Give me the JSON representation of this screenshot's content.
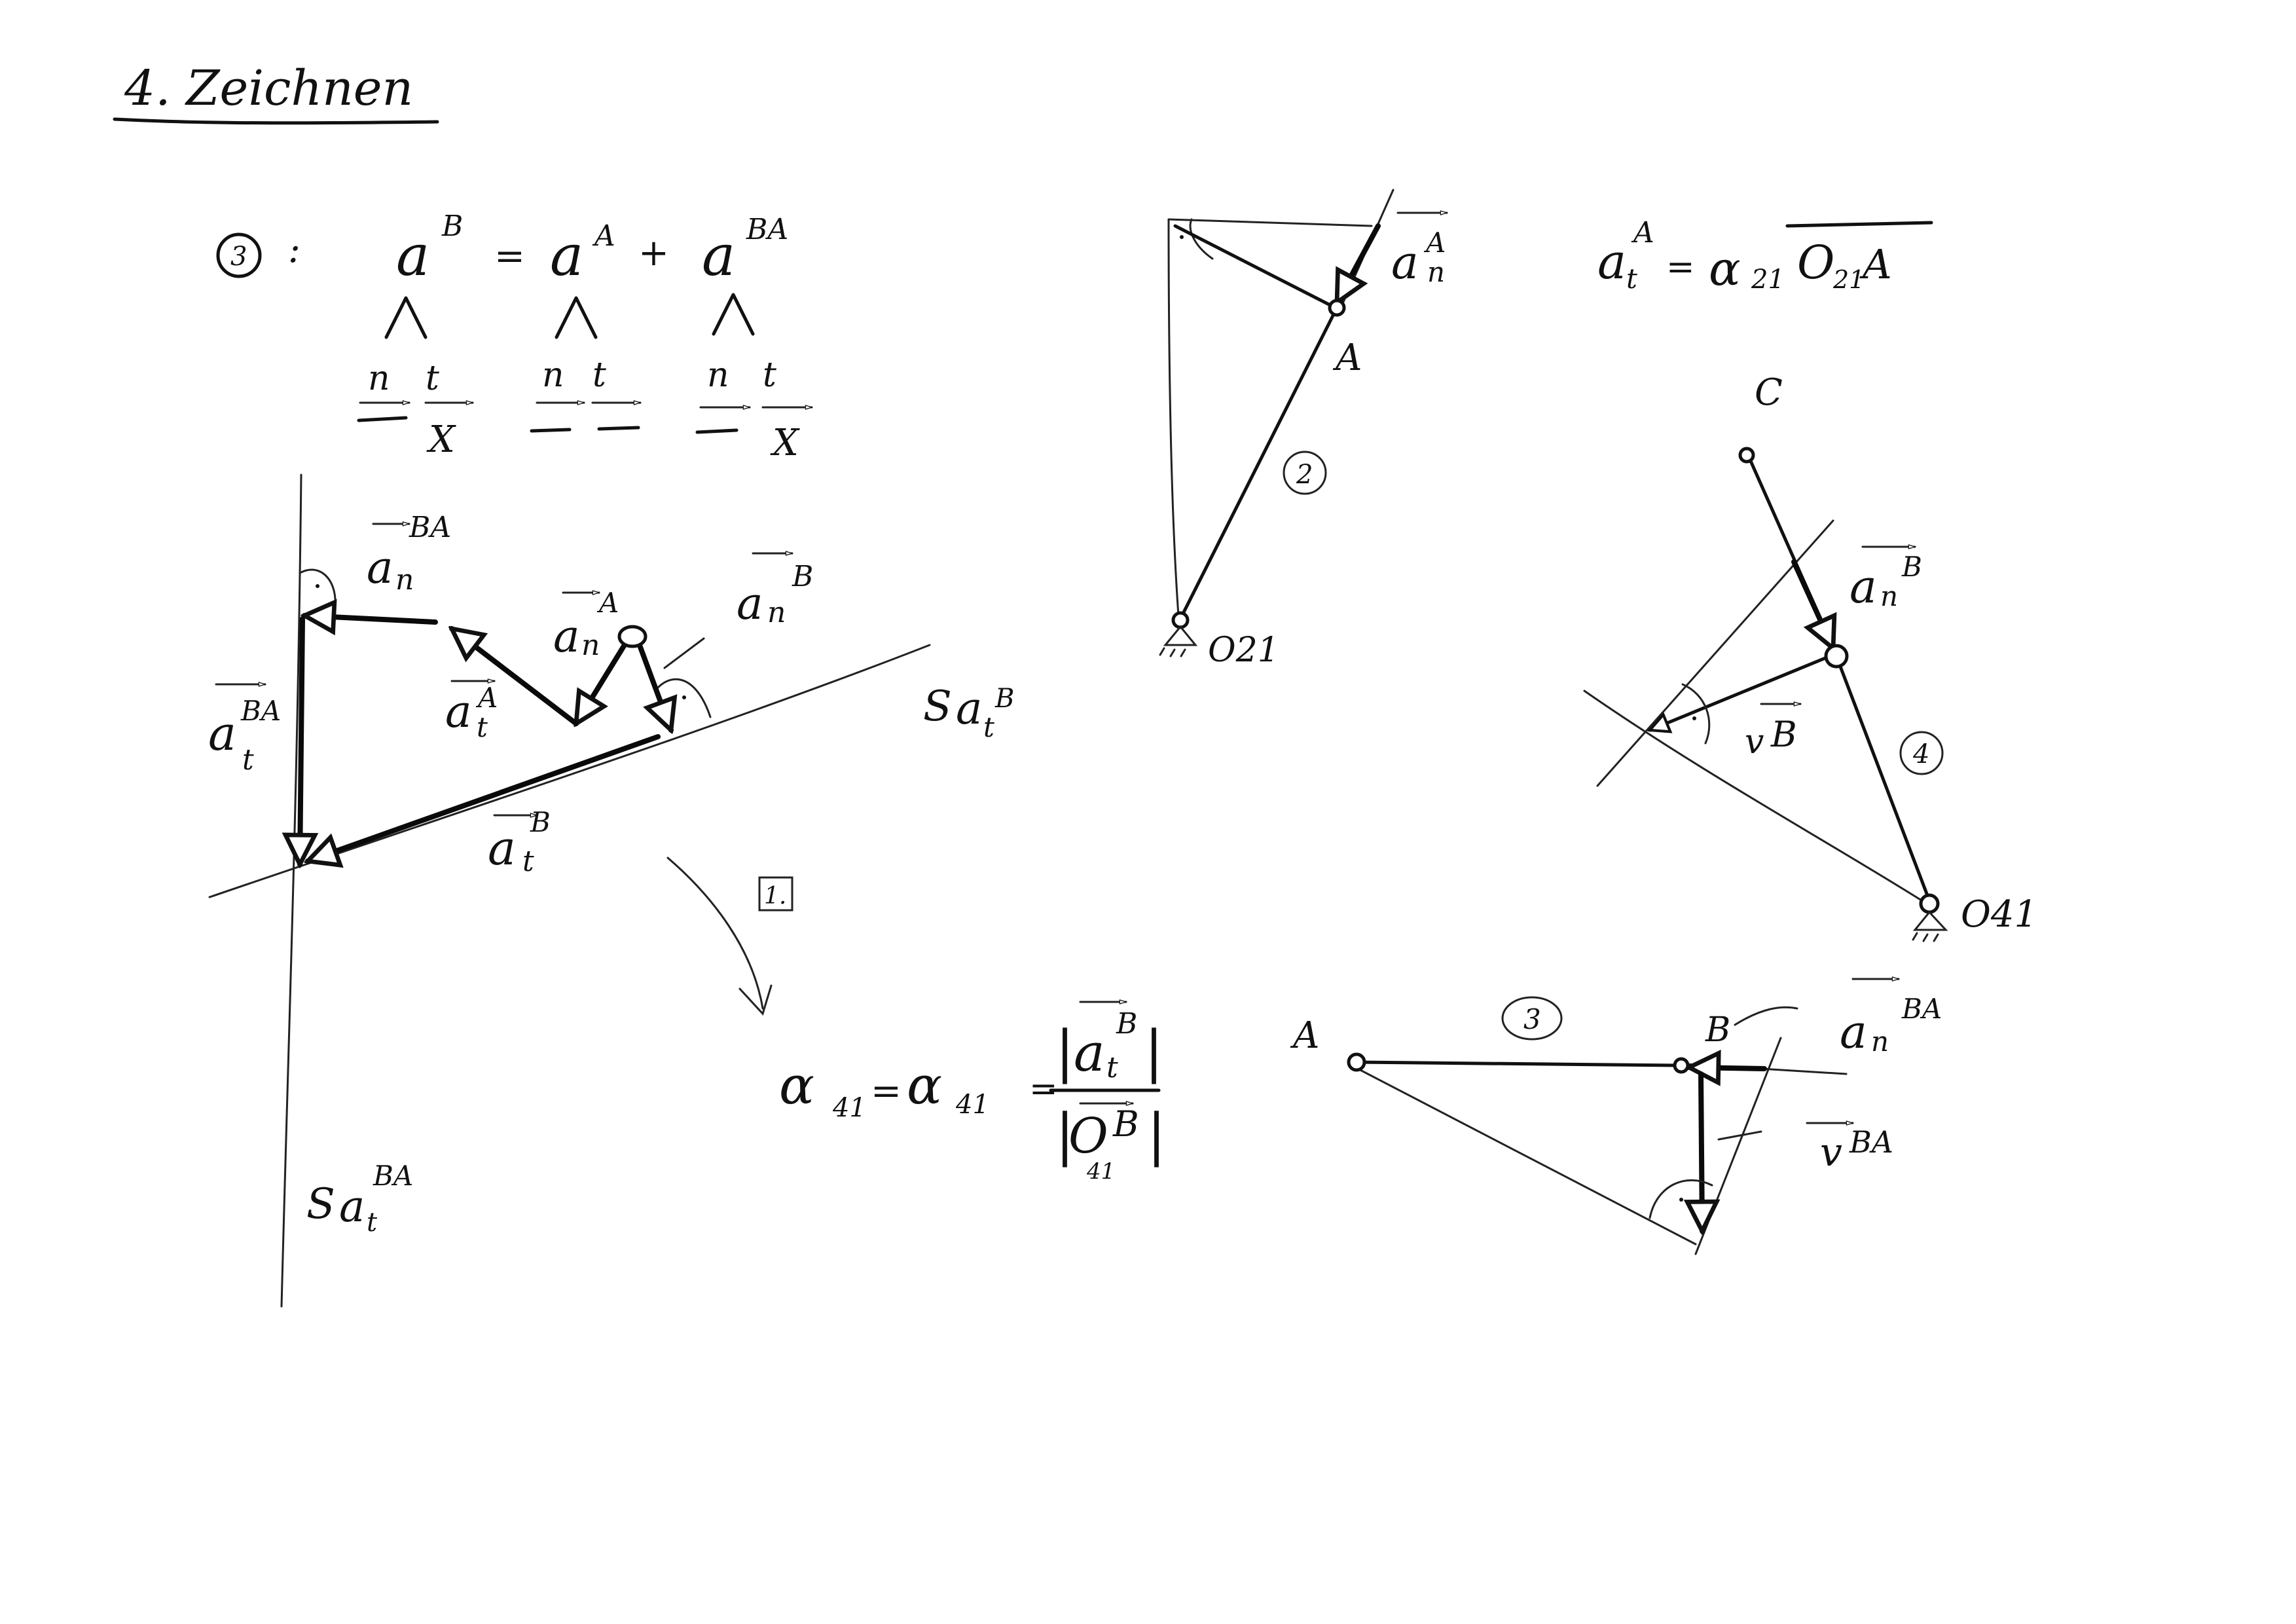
{
  "header": {
    "title": "4. Zeichnen"
  },
  "equation_block": {
    "number_circle": "3",
    "colon": ":",
    "equation": "a^B = a^A + a^BA",
    "terms": [
      {
        "symbol": "a",
        "sup": "B"
      },
      {
        "symbol": "a",
        "sup": "A"
      },
      {
        "symbol": "a",
        "sup": "BA"
      }
    ],
    "operators": [
      "=",
      "+"
    ],
    "wedge": "Λ",
    "components": [
      "n",
      "t",
      "n",
      "t",
      "n",
      "t"
    ],
    "unknown_mark": "X"
  },
  "polygon_labels": {
    "an_BA": {
      "base": "a",
      "sub": "n",
      "sup": "BA"
    },
    "at_BA": {
      "base": "a",
      "sub": "t",
      "sup": "BA"
    },
    "an_A": {
      "base": "a",
      "sub": "n",
      "sup": "A"
    },
    "at_A": {
      "base": "a",
      "sub": "t",
      "sup": "A"
    },
    "an_B": {
      "base": "a",
      "sub": "n",
      "sup": "B"
    },
    "at_B": {
      "base": "a",
      "sub": "t",
      "sup": "B"
    },
    "s_at_B": {
      "pre": "S",
      "base": "a",
      "sub": "t",
      "sup": "B"
    },
    "s_at_BA": {
      "pre": "S",
      "base": "a",
      "sub": "t",
      "sup": "BA"
    }
  },
  "step_marker": "1.",
  "alpha_formula": {
    "lhs1": "α",
    "lhs1_sub": "41",
    "eq": "=",
    "lhs2": "α",
    "lhs2_sub": "41",
    "eq2": "=",
    "num_base": "a",
    "num_sub": "t",
    "num_sup": "B",
    "den_base": "O",
    "den_sub": "41",
    "den_sup": "B",
    "bar": "|"
  },
  "link2": {
    "label_A": "A",
    "label_O": "O21",
    "number": "2",
    "an_A": {
      "base": "a",
      "sub": "n",
      "sup": "A"
    }
  },
  "at_A_formula": {
    "lhs_base": "a",
    "lhs_sub": "t",
    "lhs_sup": "A",
    "eq": "=",
    "alpha": "α",
    "alpha_sub": "21",
    "seg_base": "O",
    "seg_sub": "21",
    "seg_end": "A"
  },
  "link4": {
    "label_C": "C",
    "label_O": "O41",
    "number": "4",
    "an_B": {
      "base": "a",
      "sub": "n",
      "sup": "B"
    },
    "v_B": {
      "base": "v",
      "sup": "B"
    }
  },
  "link3": {
    "label_A": "A",
    "label_B": "B",
    "number": "3",
    "an_BA": {
      "base": "a",
      "sub": "n",
      "sup": "BA"
    },
    "v_BA": {
      "base": "v",
      "sup": "BA"
    }
  }
}
